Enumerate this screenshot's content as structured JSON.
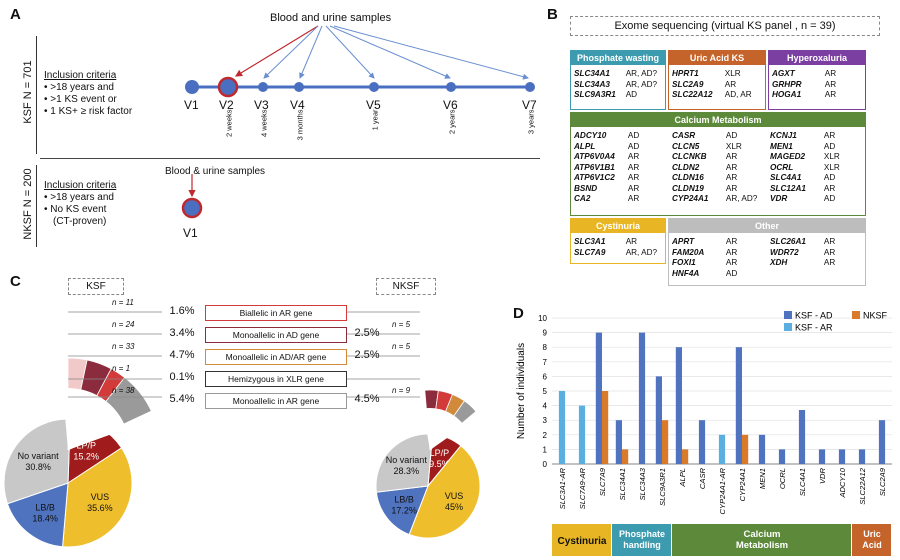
{
  "panels": {
    "a": "A",
    "b": "B",
    "c": "C",
    "d": "D"
  },
  "panel_a": {
    "top_label": "Blood and urine samples",
    "bottom_label": "Blood & urine samples",
    "ksf_side": "KSF   N = 701",
    "nksf_side": "NKSF   N = 200",
    "ksf_criteria_title": "Inclusion criteria",
    "ksf_criteria": [
      "• >18 years and",
      "• >1 KS event or",
      "• 1 KS+ ≥ risk factor"
    ],
    "nksf_criteria_title": "Inclusion criteria",
    "nksf_criteria": [
      "• >18 years and",
      "• No KS event",
      "(CT-proven)"
    ],
    "visits": [
      "V1",
      "V2",
      "V3",
      "V4",
      "V5",
      "V6",
      "V7"
    ],
    "times": [
      "2 weeks",
      "4 weeks",
      "3 months",
      "1 year",
      "2 years",
      "3 years"
    ],
    "nksf_visit": "V1"
  },
  "panel_b": {
    "title": "Exome sequencing  (virtual KS panel , n = 39)",
    "groups": [
      {
        "name": "Phosphate wasting",
        "color": "#3d9bb0",
        "genes": [
          [
            "SLC34A1",
            "AR, AD?"
          ],
          [
            "SLC34A3",
            "AR, AD?"
          ],
          [
            "SLC9A3R1",
            "AD"
          ]
        ]
      },
      {
        "name": "Uric Acid KS",
        "color": "#c4632a",
        "genes": [
          [
            "HPRT1",
            "XLR"
          ],
          [
            "SLC2A9",
            "AR"
          ],
          [
            "SLC22A12",
            "AD, AR"
          ]
        ]
      },
      {
        "name": "Hyperoxaluria",
        "color": "#7a3fa0",
        "genes": [
          [
            "AGXT",
            "AR"
          ],
          [
            "GRHPR",
            "AR"
          ],
          [
            "HOGA1",
            "AR"
          ]
        ]
      },
      {
        "name": "Calcium Metabolism",
        "color": "#5c8a3a",
        "genes": [
          [
            "ADCY10",
            "AD"
          ],
          [
            "ALPL",
            "AD"
          ],
          [
            "ATP6V0A4",
            "AR"
          ],
          [
            "ATP6V1B1",
            "AR"
          ],
          [
            "ATP6V1C2",
            "AR"
          ],
          [
            "BSND",
            "AR"
          ],
          [
            "CA2",
            "AR"
          ],
          [
            "CASR",
            "AD"
          ],
          [
            "CLCN5",
            "XLR"
          ],
          [
            "CLCNKB",
            "AR"
          ],
          [
            "CLDN2",
            "AR"
          ],
          [
            "CLDN16",
            "AR"
          ],
          [
            "CLDN19",
            "AR"
          ],
          [
            "CYP24A1",
            "AR, AD?"
          ],
          [
            "KCNJ1",
            "AR"
          ],
          [
            "MEN1",
            "AD"
          ],
          [
            "MAGED2",
            "XLR"
          ],
          [
            "OCRL",
            "XLR"
          ],
          [
            "SLC4A1",
            "AD"
          ],
          [
            "SLC12A1",
            "AR"
          ],
          [
            "VDR",
            "AD"
          ]
        ]
      },
      {
        "name": "Cystinuria",
        "color": "#e8b625",
        "genes": [
          [
            "SLC3A1",
            "AR"
          ],
          [
            "SLC7A9",
            "AR, AD?"
          ]
        ]
      },
      {
        "name": "Other",
        "color": "#bdbdbd",
        "genes": [
          [
            "APRT",
            "AR"
          ],
          [
            "FAM20A",
            "AR"
          ],
          [
            "FOXI1",
            "AR"
          ],
          [
            "HNF4A",
            "AD"
          ],
          [
            "SLC26A1",
            "AR"
          ],
          [
            "WDR72",
            "AR"
          ],
          [
            "XDH",
            "AR"
          ]
        ]
      }
    ]
  },
  "panel_c": {
    "ksf_title": "KSF",
    "nksf_title": "NKSF",
    "categories": [
      {
        "label": "Biallelic in AR gene",
        "ksf_pct": "1.6%",
        "ksf_n": "n = 11",
        "nksf_pct": "",
        "nksf_n": "",
        "color": "#d33a3a"
      },
      {
        "label": "Monoallelic in AD gene",
        "ksf_pct": "3.4%",
        "ksf_n": "n = 24",
        "nksf_pct": "2.5%",
        "nksf_n": "n = 5",
        "color": "#8a2c3e"
      },
      {
        "label": "Monoallelic in AD/AR gene",
        "ksf_pct": "4.7%",
        "ksf_n": "n = 33",
        "nksf_pct": "2.5%",
        "nksf_n": "n = 5",
        "color": "#d08a3a"
      },
      {
        "label": "Hemizygous in XLR gene",
        "ksf_pct": "0.1%",
        "ksf_n": "n = 1",
        "nksf_pct": "",
        "nksf_n": "",
        "color": "#333333"
      },
      {
        "label": "Monoallelic in AR gene",
        "ksf_pct": "5.4%",
        "ksf_n": "n = 38",
        "nksf_pct": "4.5%",
        "nksf_n": "n = 9",
        "color": "#9a9a9a"
      }
    ],
    "ksf_pie": [
      {
        "label": "LP/P",
        "pct": "15.2%",
        "value": 15.2,
        "color": "#a01c1c"
      },
      {
        "label": "VUS",
        "pct": "35.6%",
        "value": 35.6,
        "color": "#efbe2d"
      },
      {
        "label": "LB/B",
        "pct": "18.4%",
        "value": 18.4,
        "color": "#4f73bf"
      },
      {
        "label": "No variant",
        "pct": "30.8%",
        "value": 30.8,
        "color": "#c8c8c8"
      }
    ],
    "nksf_pie": [
      {
        "label": "LP/P",
        "pct": "9.5%",
        "value": 9.5,
        "color": "#a01c1c"
      },
      {
        "label": "VUS",
        "pct": "45%",
        "value": 45,
        "color": "#efbe2d"
      },
      {
        "label": "LB/B",
        "pct": "17.2%",
        "value": 17.2,
        "color": "#4f73bf"
      },
      {
        "label": "No variant",
        "pct": "28.3%",
        "value": 28.3,
        "color": "#c8c8c8"
      }
    ]
  },
  "chart_data": {
    "type": "bar",
    "ylabel": "Number of individuals",
    "ylim": [
      0,
      10
    ],
    "yticks": [
      0,
      1,
      2,
      3,
      4,
      5,
      6,
      7,
      8,
      9,
      10
    ],
    "legend_position": "top-right",
    "categories": [
      "SLC3A1-AR",
      "SLC7A9-AR",
      "SLC7A9",
      "SLC34A1",
      "SLC34A3",
      "SLC9A3R1",
      "ALPL",
      "CASR",
      "CYP24A1-AR",
      "CYP24A1",
      "MEN1",
      "OCRL",
      "SLC4A1",
      "VDR",
      "ADCY10",
      "SLC22A12",
      "SLC2A9"
    ],
    "series": [
      {
        "name": "KSF - AD",
        "color": "#4f73bf",
        "values": [
          0,
          0,
          9,
          3,
          9,
          6,
          8,
          3,
          0,
          8,
          2,
          1,
          3.7,
          1,
          1,
          1,
          3
        ]
      },
      {
        "name": "NKSF",
        "color": "#d97a2b",
        "values": [
          0,
          0,
          5,
          1,
          0,
          3,
          1,
          0,
          0,
          2,
          0,
          0,
          0,
          0,
          0,
          0,
          0
        ]
      },
      {
        "name": "KSF - AR",
        "color": "#5aaee0",
        "values": [
          5,
          4,
          0,
          0,
          0,
          0,
          0,
          0,
          2,
          0,
          0,
          0,
          0,
          0,
          0,
          0,
          0
        ]
      }
    ],
    "groups": [
      {
        "name": "Cystinuria",
        "color": "#e8b625",
        "text_color": "#111111",
        "start": 0,
        "end": 2
      },
      {
        "name": "Phosphate handling",
        "color": "#3d9bb0",
        "text_color": "#ffffff",
        "start": 3,
        "end": 5
      },
      {
        "name": "Calcium Metabolism",
        "color": "#5c8a3a",
        "text_color": "#ffffff",
        "start": 6,
        "end": 14
      },
      {
        "name": "Uric Acid",
        "color": "#c4632a",
        "text_color": "#ffffff",
        "start": 15,
        "end": 16
      }
    ]
  }
}
